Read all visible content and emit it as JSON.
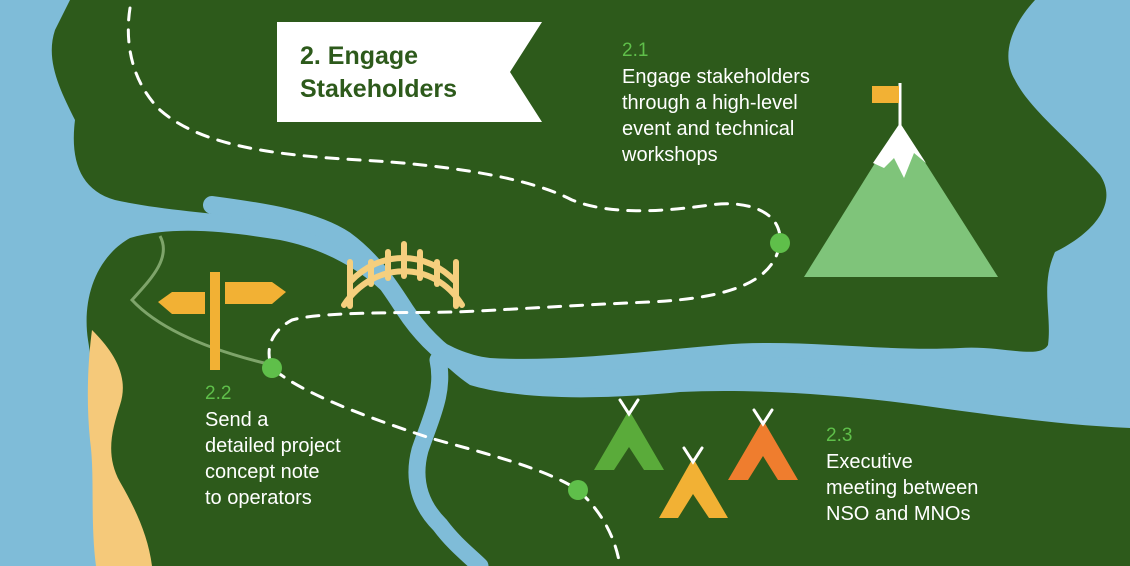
{
  "banner": {
    "line1": "2. Engage",
    "line2": "Stakeholders"
  },
  "steps": [
    {
      "number": "2.1",
      "lines": [
        "Engage stakeholders",
        "through a high-level",
        "event and technical",
        "workshops"
      ]
    },
    {
      "number": "2.2",
      "lines": [
        "Send a",
        "detailed project",
        "concept note",
        "to operators"
      ]
    },
    {
      "number": "2.3",
      "lines": [
        "Executive",
        "meeting between",
        "NSO and MNOs"
      ]
    }
  ],
  "colors": {
    "water": "#7fbcd8",
    "land": "#2d5a1b",
    "sand": "#f5c97a",
    "path_dots": "#5fbf4a",
    "banner": "#ffffff",
    "banner_text": "#2d5a1b",
    "mountain": "#7fc47a",
    "flag": "#f2b134",
    "signpost": "#f2b134",
    "bridge": "#f5cf7e",
    "tent_green": "#5aab3a",
    "tent_yellow": "#f2b134",
    "tent_orange": "#ef7d2e"
  },
  "icons": [
    "mountain-icon",
    "flag-icon",
    "signpost-icon",
    "bridge-icon",
    "tent-icon"
  ]
}
